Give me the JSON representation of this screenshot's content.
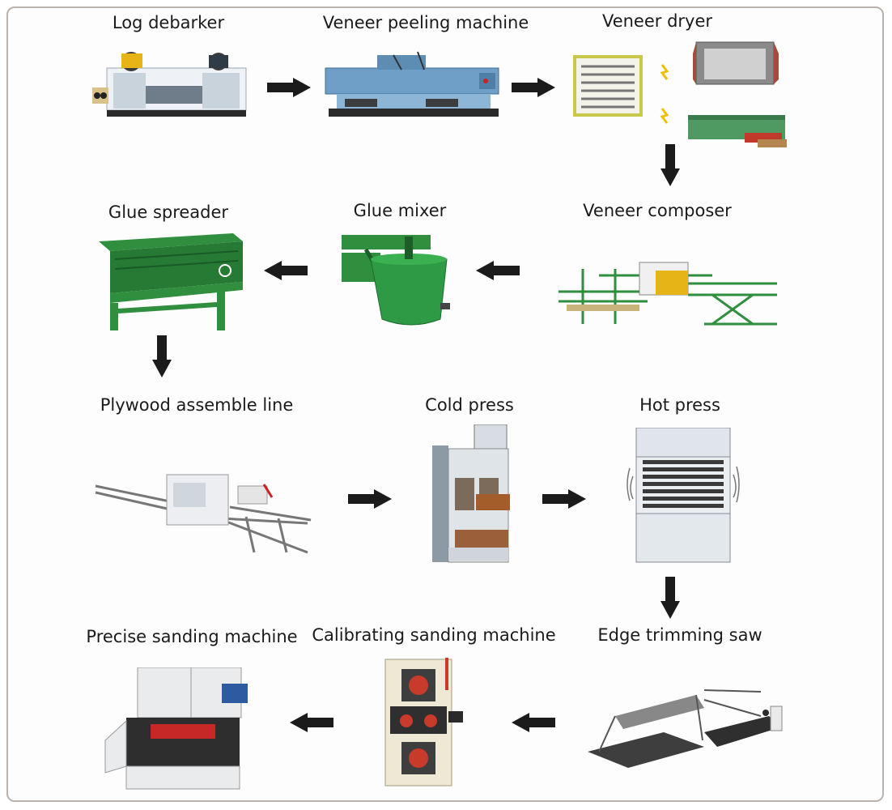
{
  "steps": [
    {
      "id": "log_debarker",
      "label": "Log debarker"
    },
    {
      "id": "veneer_peeling",
      "label": "Veneer peeling machine"
    },
    {
      "id": "veneer_dryer",
      "label": "Veneer dryer"
    },
    {
      "id": "veneer_composer",
      "label": "Veneer composer"
    },
    {
      "id": "glue_mixer",
      "label": "Glue mixer"
    },
    {
      "id": "glue_spreader",
      "label": "Glue spreader"
    },
    {
      "id": "plywood_assemble",
      "label": "Plywood assemble line"
    },
    {
      "id": "cold_press",
      "label": "Cold press"
    },
    {
      "id": "hot_press",
      "label": "Hot press"
    },
    {
      "id": "edge_trimming",
      "label": "Edge trimming saw"
    },
    {
      "id": "calibrating_sanding",
      "label": "Calibrating sanding machine"
    },
    {
      "id": "precise_sanding",
      "label": "Precise sanding machine"
    }
  ],
  "colors": {
    "arrow": "#1b1b1b",
    "steel_blue": "#6f9fc6",
    "machine_green": "#2f8f3e",
    "frame_border": "#b9b2ad"
  }
}
